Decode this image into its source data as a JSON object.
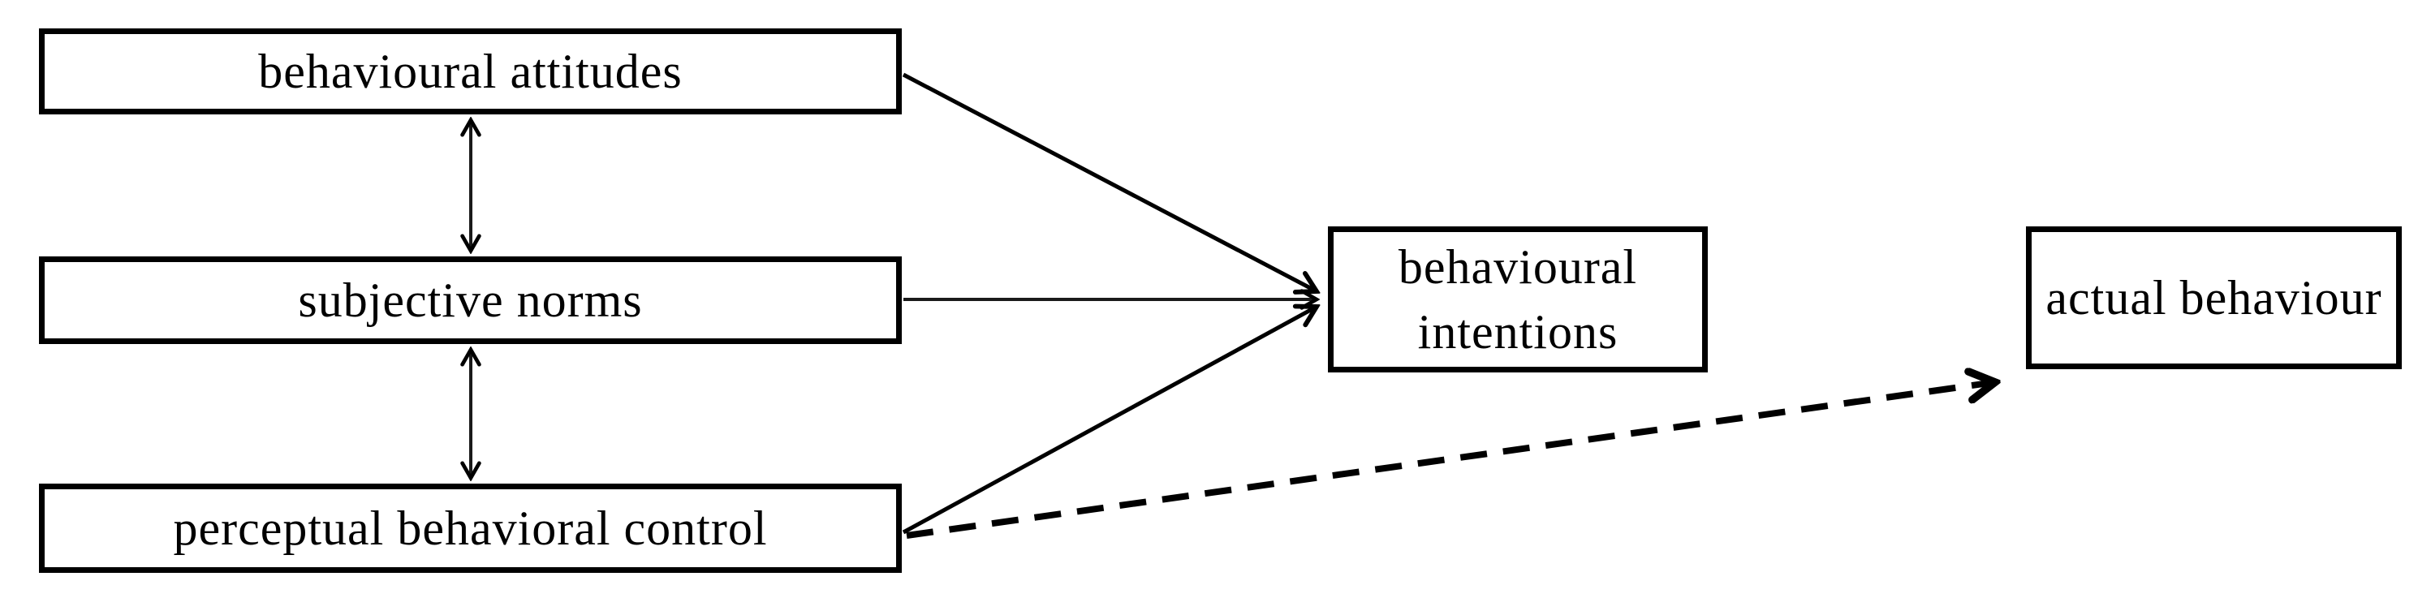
{
  "diagram": {
    "type": "flow-diagram",
    "colors": {
      "background": "#ffffff",
      "box_border": "#000000",
      "text": "#000000",
      "arrow": "#000000"
    },
    "boxes": [
      {
        "id": "behavioural-attitudes",
        "label": "behavioural attitudes"
      },
      {
        "id": "subjective-norms",
        "label": "subjective norms"
      },
      {
        "id": "perceptual-behavioral-control",
        "label": "perceptual behavioral control"
      },
      {
        "id": "behavioural-intentions",
        "label": "behavioural intentions"
      },
      {
        "id": "actual-behaviour",
        "label": "actual behaviour"
      }
    ],
    "connections": [
      {
        "from": "behavioural attitudes",
        "to": "subjective norms",
        "type": "double-headed",
        "style": "solid"
      },
      {
        "from": "subjective norms",
        "to": "perceptual behavioral control",
        "type": "double-headed",
        "style": "solid"
      },
      {
        "from": "behavioural attitudes",
        "to": "behavioural intentions",
        "type": "arrow",
        "style": "solid"
      },
      {
        "from": "subjective norms",
        "to": "behavioural intentions",
        "type": "arrow",
        "style": "solid"
      },
      {
        "from": "perceptual behavioral control",
        "to": "behavioural intentions",
        "type": "arrow",
        "style": "solid"
      },
      {
        "from": "perceptual behavioral control",
        "to": "actual behaviour",
        "type": "arrow",
        "style": "dashed"
      }
    ]
  }
}
